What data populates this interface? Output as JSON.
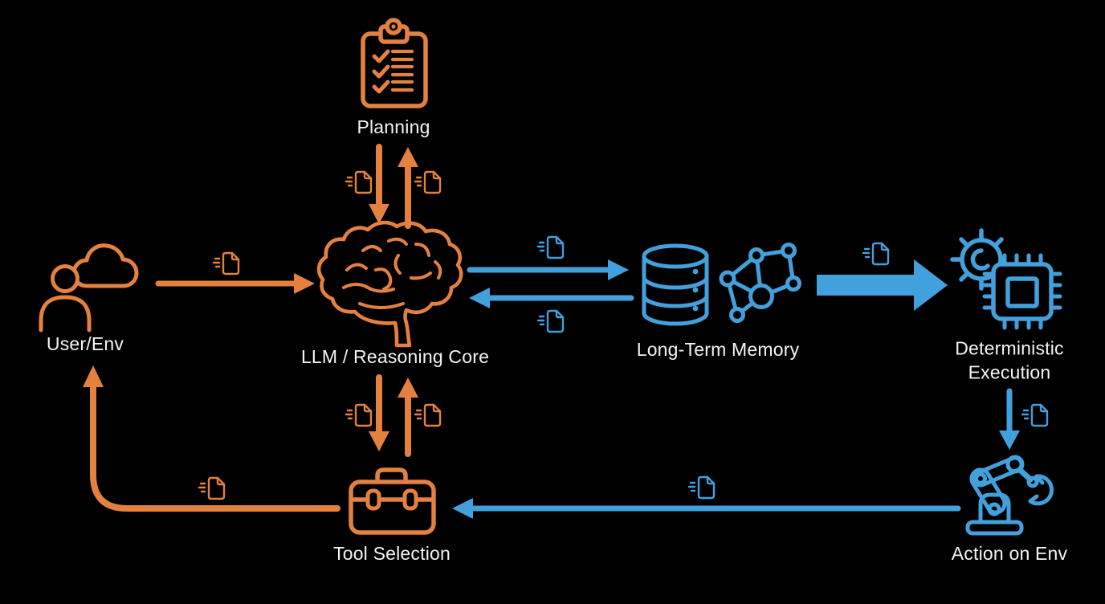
{
  "title": "Agent architecture diagram",
  "colors": {
    "bg": "#000000",
    "orange": "#E5813E",
    "blue": "#42A0DC",
    "text": "#F4F4F6"
  },
  "nodes": {
    "planning": {
      "label": "Planning",
      "icon": "clipboard-checklist-icon",
      "color": "orange"
    },
    "user_env": {
      "label": "User/Env",
      "icon": "person-cloud-icon",
      "color": "orange"
    },
    "llm": {
      "label": "LLM / Reasoning Core",
      "icon": "brain-icon",
      "color": "orange"
    },
    "memory": {
      "label": "Long-Term Memory",
      "icon": "database-network-icon",
      "color": "blue"
    },
    "execution": {
      "label": "Deterministic Execution",
      "icon": "gear-chip-icon",
      "color": "blue"
    },
    "tools": {
      "label": "Tool Selection",
      "icon": "toolbox-icon",
      "color": "orange"
    },
    "action": {
      "label": "Action on Env",
      "icon": "robot-arm-icon",
      "color": "blue"
    }
  },
  "edges": [
    {
      "from": "user_env",
      "to": "llm",
      "color": "orange",
      "style": "line",
      "payload": "document-icon"
    },
    {
      "from": "planning",
      "to": "llm",
      "color": "orange",
      "style": "line",
      "payload": "document-icon"
    },
    {
      "from": "llm",
      "to": "planning",
      "color": "orange",
      "style": "line",
      "payload": "document-icon"
    },
    {
      "from": "llm",
      "to": "memory",
      "color": "blue",
      "style": "line",
      "payload": "document-icon"
    },
    {
      "from": "memory",
      "to": "llm",
      "color": "blue",
      "style": "line",
      "payload": "document-icon"
    },
    {
      "from": "memory",
      "to": "execution",
      "color": "blue",
      "style": "thick",
      "payload": "document-icon"
    },
    {
      "from": "execution",
      "to": "action",
      "color": "blue",
      "style": "line",
      "payload": "document-icon"
    },
    {
      "from": "action",
      "to": "tools",
      "color": "blue",
      "style": "line",
      "payload": "document-icon"
    },
    {
      "from": "llm",
      "to": "tools",
      "color": "orange",
      "style": "line",
      "payload": "document-icon"
    },
    {
      "from": "tools",
      "to": "llm",
      "color": "orange",
      "style": "line",
      "payload": "document-icon"
    },
    {
      "from": "tools",
      "to": "user_env",
      "color": "orange",
      "style": "elbow",
      "payload": "document-icon"
    }
  ]
}
